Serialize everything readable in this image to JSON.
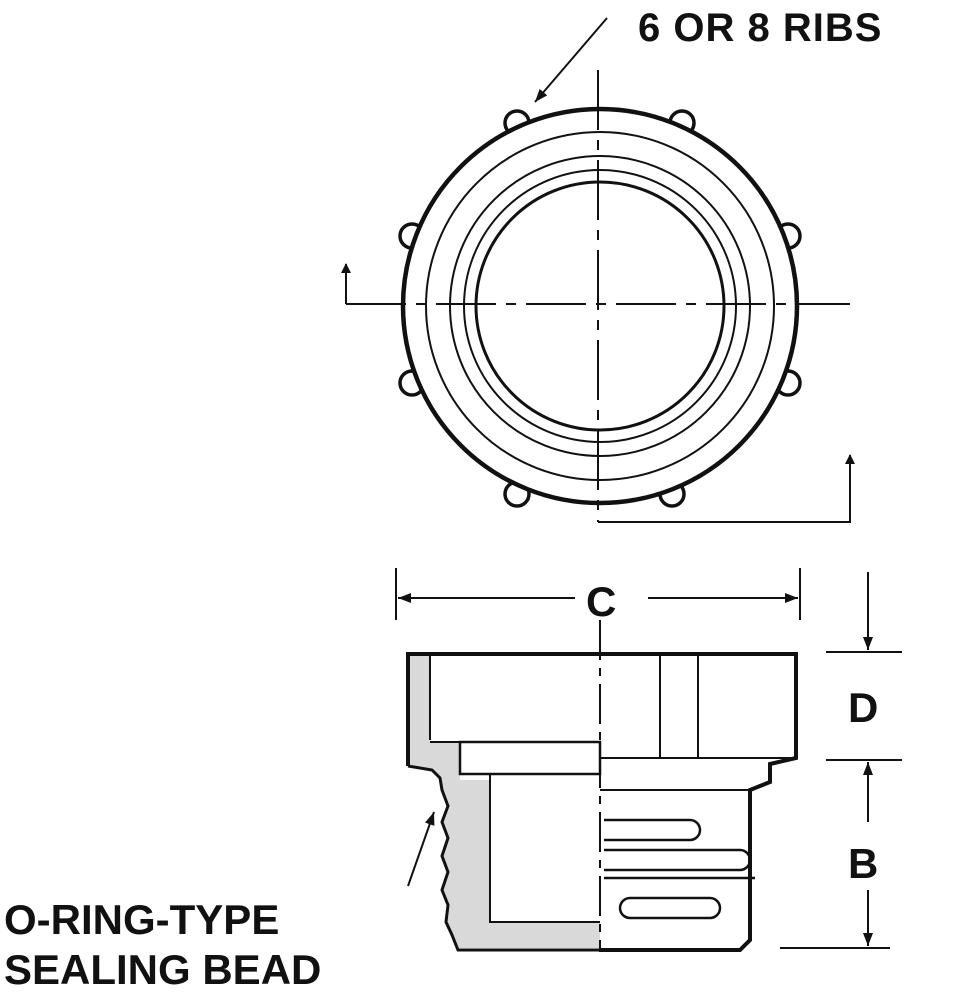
{
  "labels": {
    "ribs": "6 OR 8 RIBS",
    "dim_c": "C",
    "dim_d": "D",
    "dim_b": "B",
    "oring_line1": "O-RING-TYPE",
    "oring_line2": "SEALING BEAD"
  },
  "colors": {
    "ink": "#111111",
    "seal_fill": "#d9d9d9",
    "background": "#ffffff"
  }
}
